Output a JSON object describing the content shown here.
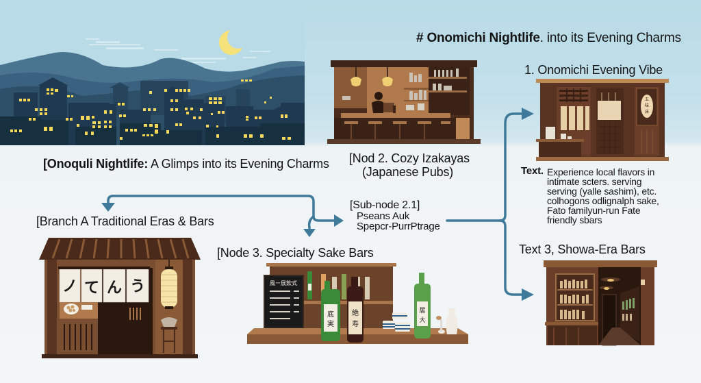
{
  "header": {
    "title_bold": "# Onomichi Nightlife",
    "title_rest": ". into its Evening Charms"
  },
  "subtitle": {
    "bold": "[Onoquli Nightlife:",
    "rest": " A Glimps into its Evening Charms"
  },
  "nodes": {
    "node1": {
      "label": "1. Onomichi Evening Vibe",
      "image": "traditional-storefront-illustration"
    },
    "node2": {
      "label_line1": "[Nod 2. Cozy Izakayas",
      "label_line2": "(Japanese Pubs)",
      "image": "izakaya-counter-illustration"
    },
    "subnode21": {
      "label": "[Sub-node 2.1]",
      "line1": "Pseans Auk",
      "line2": "Spepcr-PurrPtrage"
    },
    "node3": {
      "label": "[Node 3. Specialty Sake Bars",
      "image": "sake-bar-illustration"
    },
    "branchA": {
      "label": "[Branch A Traditional Eras & Bars",
      "image": "noren-shopfront-illustration"
    },
    "text1": {
      "prefix": "Text.",
      "lines": [
        "Experience local flavors in",
        "intimate scters. serving",
        "serving (yalle sashim), etc.",
        "colhogons odlignalph sake,",
        "Fato familyun-run Fate",
        "friendly sbars"
      ]
    },
    "text3": {
      "label": "Text 3, Showa-Era Bars",
      "image": "showa-bar-illustration"
    }
  },
  "illustrations": {
    "hero": "night-town-skyline",
    "noren_chars": [
      "ノ",
      "て",
      "ん",
      "う"
    ],
    "sign_chars": "五味床",
    "bottle_labels": [
      "底実",
      "絶寿",
      "居大"
    ],
    "menu_title": "風ー展飲式"
  },
  "colors": {
    "sky": "#b8dbe7",
    "background": "#f3f6f8",
    "arrow": "#3f7a9a",
    "mountain_far": "#4a7590",
    "mountain_near": "#2d4f67",
    "town_dark": "#1c3549",
    "window_light": "#f5d75a",
    "moon": "#f6e27a",
    "wood_dark": "#3d2418",
    "wood_mid": "#7a4e30",
    "wood_light": "#b07a4c"
  }
}
